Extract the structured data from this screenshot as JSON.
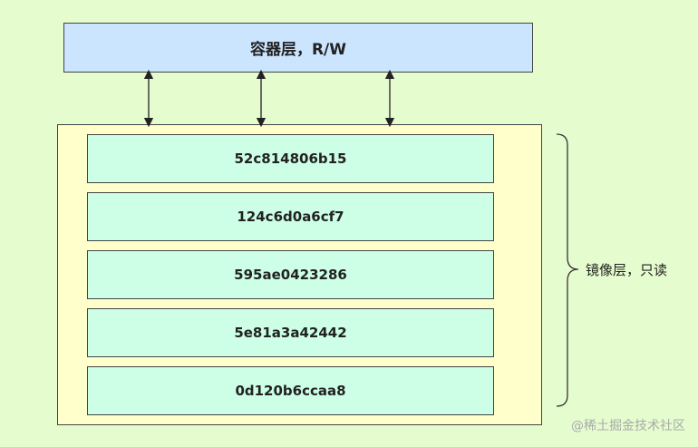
{
  "container_layer": {
    "label": "容器层，R/W"
  },
  "image_layers": [
    "52c814806b15",
    "124c6d0a6cf7",
    "595ae0423286",
    "5e81a3a42442",
    "0d120b6ccaa8"
  ],
  "image_group_label": "镜像层，只读",
  "watermark": "@稀土掘金技术社区",
  "colors": {
    "background": "#e5fccf",
    "container_fill": "#cce5ff",
    "image_stack_fill": "#ffffcc",
    "layer_fill": "#ccffe6",
    "stroke": "#444444"
  }
}
